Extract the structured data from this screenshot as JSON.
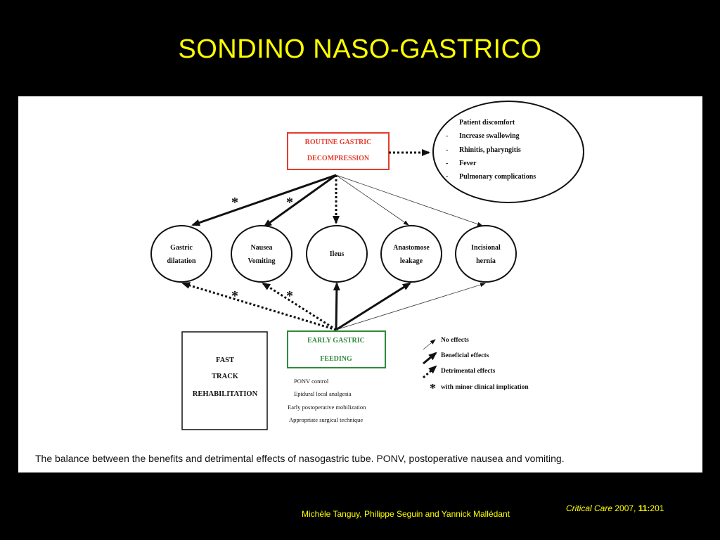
{
  "slide": {
    "title": "SONDINO NASO-GASTRICO"
  },
  "diagram": {
    "top_box": {
      "line1": "ROUTINE GASTRIC",
      "line2": "DECOMPRESSION",
      "color": "#e53b2c"
    },
    "complications": [
      {
        "dash": "-",
        "text": "Patient discomfort"
      },
      {
        "dash": "-",
        "text": "Increase swallowing"
      },
      {
        "dash": "-",
        "text": "Rhinitis, pharyngitis"
      },
      {
        "dash": "-",
        "text": "Fever"
      },
      {
        "dash": "-",
        "text": "Pulmonary complications"
      }
    ],
    "nodes": [
      {
        "line1": "Gastric",
        "line2": "dilatation"
      },
      {
        "line1": "Nausea",
        "line2": "Vomiting"
      },
      {
        "line1": "Ileus",
        "line2": ""
      },
      {
        "line1": "Anastomose",
        "line2": "leakage"
      },
      {
        "line1": "Incisional",
        "line2": "hernia"
      }
    ],
    "asterisk": "*",
    "bottom_box": {
      "line1": "EARLY GASTRIC",
      "line2": "FEEDING",
      "color": "#2e8b3a"
    },
    "feeding_factors": [
      "PONV control",
      "Epidural local analgesia",
      "Early postoperative mobilization",
      "Appropriate surgical technique"
    ],
    "fast_track": [
      "FAST",
      "TRACK",
      "REHABILITATION"
    ],
    "legend": [
      {
        "label": "No effects"
      },
      {
        "label": "Beneficial effects"
      },
      {
        "label": "Detrimental effects"
      },
      {
        "label": "with minor clinical implication",
        "marker": "*"
      }
    ],
    "caption": "The balance between the benefits and detrimental effects of nasogastric tube. PONV, postoperative nausea and vomiting."
  },
  "footer": {
    "authors": "Michèle Tanguy, Philippe Seguin and Yannick Mallédant",
    "journal": "Critical Care",
    "year": " 2007, ",
    "volume": "11:",
    "page": "201"
  },
  "colors": {
    "background": "#000000",
    "title": "#ffff00",
    "panel": "#ffffff",
    "ink": "#111111"
  }
}
